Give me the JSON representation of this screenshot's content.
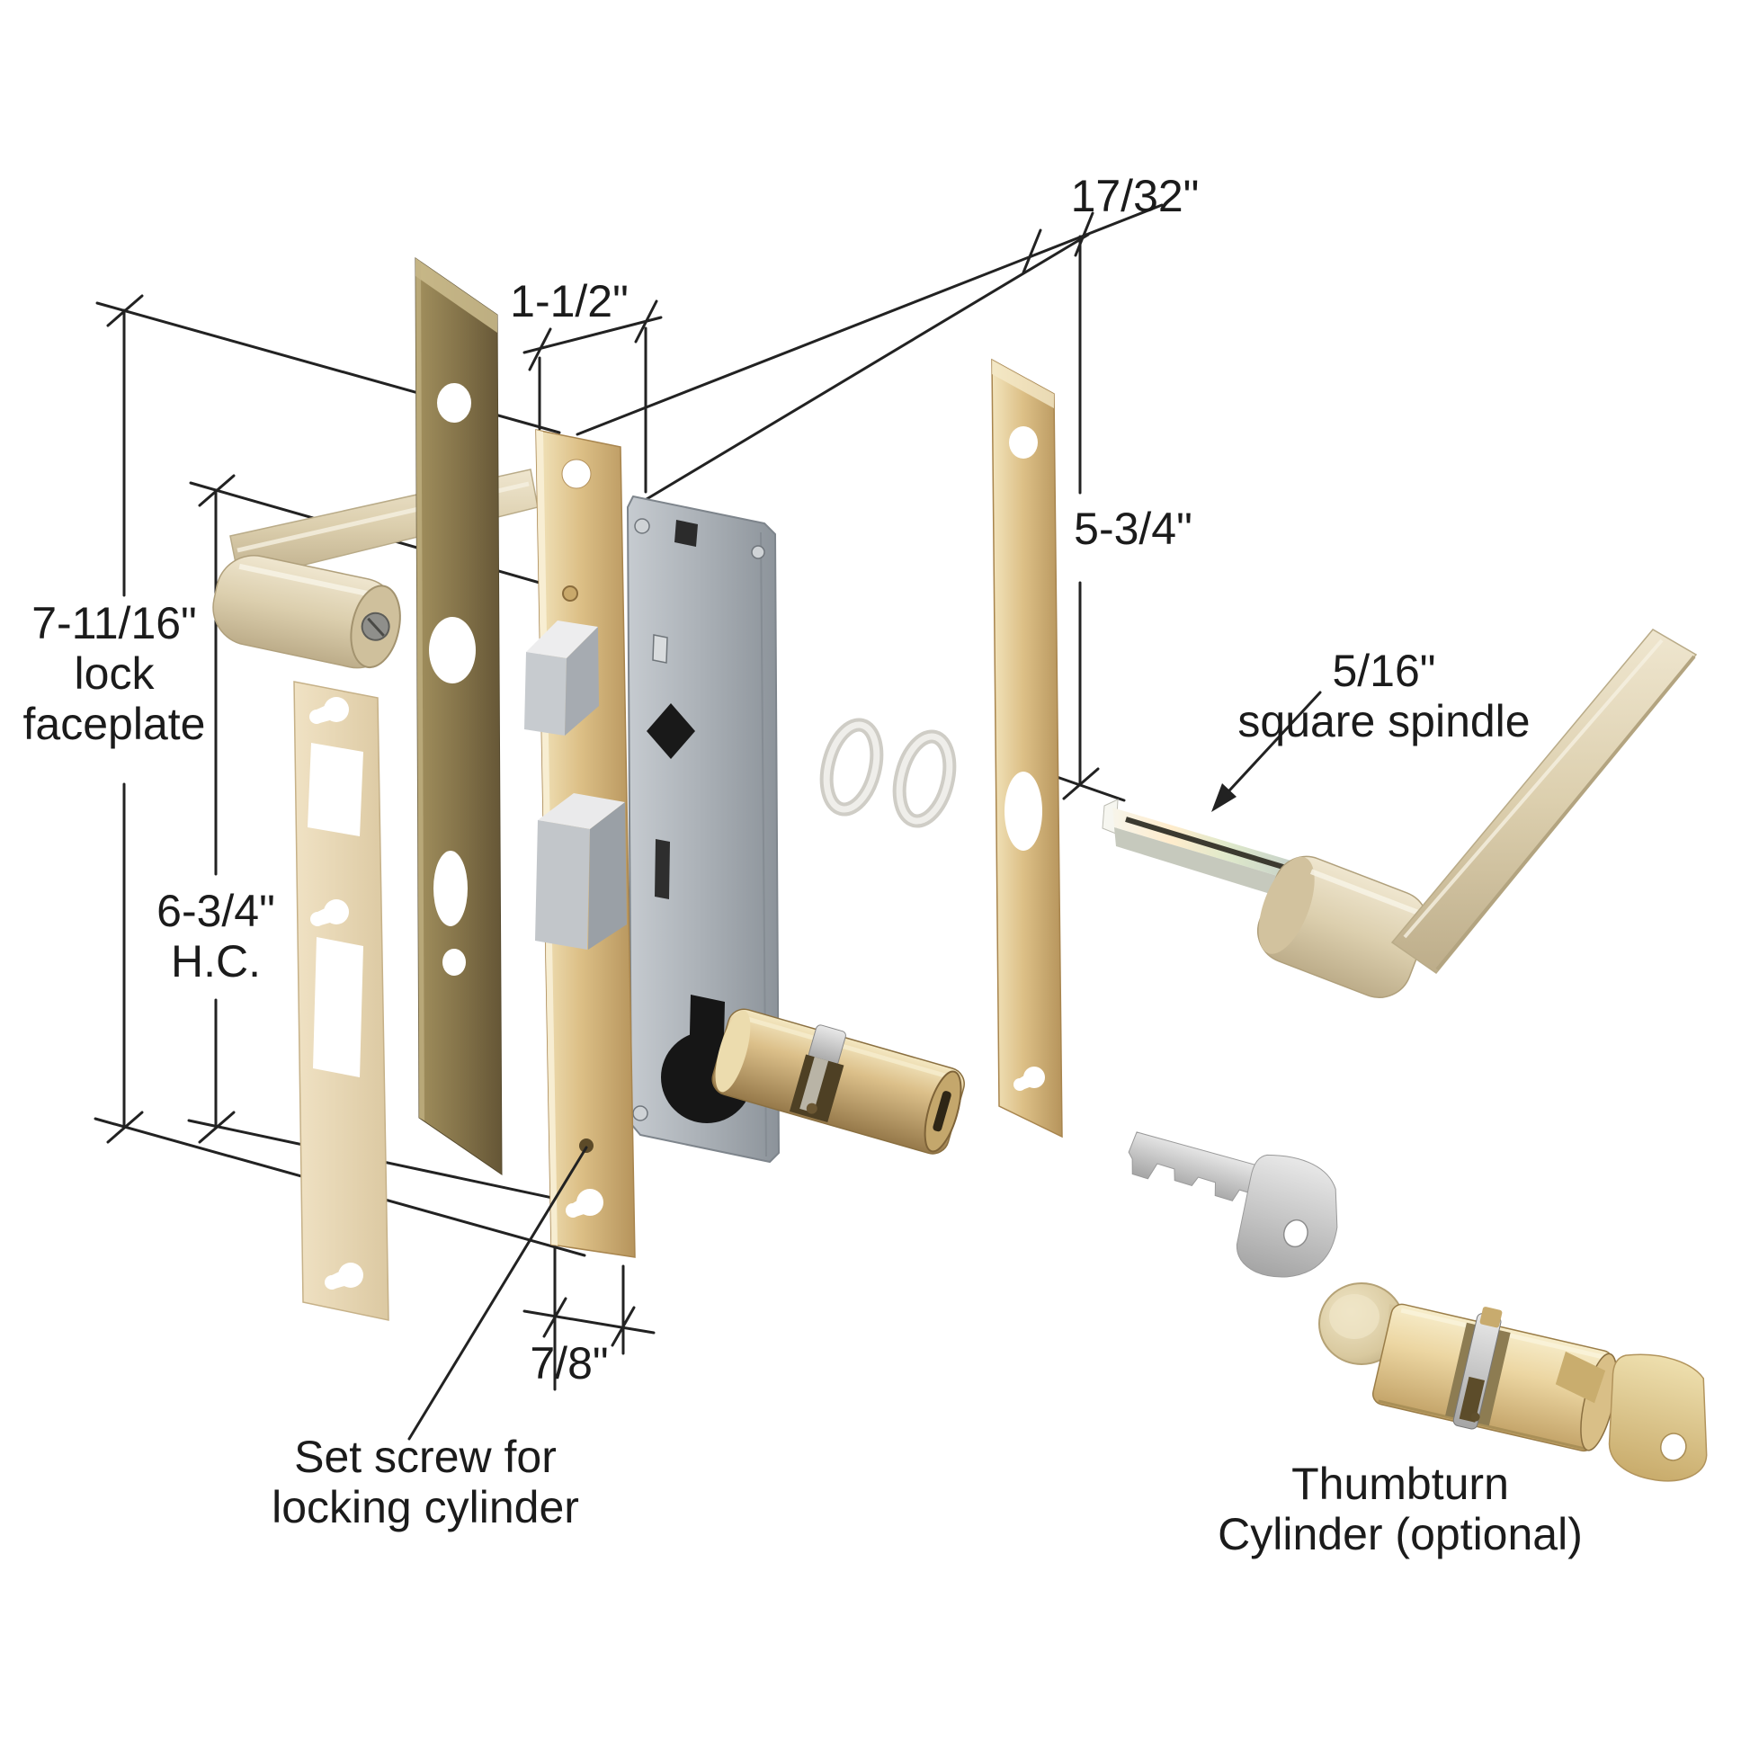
{
  "diagram_title": "Mortise lock exploded diagram",
  "labels": {
    "width_17_32": "17/32\"",
    "width_1_1_2": "1-1/2\"",
    "height_5_3_4": "5-3/4\"",
    "faceplate": {
      "l1": "7-11/16\"",
      "l2": "lock",
      "l3": "faceplate"
    },
    "hole_centers": {
      "l1": "6-3/4\"",
      "l2": "H.C."
    },
    "spindle": {
      "l1": "5/16\"",
      "l2": "square spindle"
    },
    "width_7_8": "7/8\"",
    "set_screw": {
      "l1": "Set screw for",
      "l2": "locking cylinder"
    },
    "thumbturn": {
      "l1": "Thumbturn",
      "l2": "Cylinder (optional)"
    }
  },
  "colors": {
    "brass": "#dcbf86",
    "dark_brass": "#85744a",
    "cream_plate": "#e8d7b4",
    "steel_gray": "#aab0b6",
    "silver": "#c9c9c9",
    "champagne": "#dccfae",
    "line": "#222222",
    "background": "#ffffff"
  }
}
